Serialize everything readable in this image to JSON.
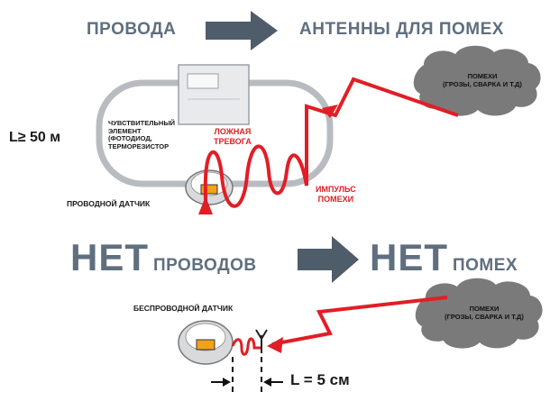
{
  "top": {
    "left_title": "ПРОВОДА",
    "right_title": "АНТЕННЫ ДЛЯ ПОМЕХ"
  },
  "cloud_top": {
    "line1": "ПОМЕХИ",
    "line2": "(ГРОЗЫ, СВАРКА И Т.Д)"
  },
  "distance_top": "L≥ 50 м",
  "sensor_element": {
    "line1": "ЧУВСТВИТЕЛЬНЫЙ",
    "line2": "ЭЛЕМЕНТ",
    "line3": "(ФОТОДИОД,",
    "line4": "ТЕРМОРЕЗИСТОР"
  },
  "false_alarm": {
    "line1": "ЛОЖНАЯ",
    "line2": "ТРЕВОГА"
  },
  "impulse": {
    "line1": "ИМПУЛЬС",
    "line2": "ПОМЕХИ"
  },
  "wired_sensor_label": "ПРОВОДНОЙ ДАТЧИК",
  "bottom": {
    "no1_big": "НЕТ",
    "no1_small": "ПРОВОДОВ",
    "no2_big": "НЕТ",
    "no2_small": "ПОМЕХ"
  },
  "cloud_bottom": {
    "line1": "ПОМЕХИ",
    "line2": "(ГРОЗЫ, СВАРКА И Т.Д)"
  },
  "wireless_sensor_label": "БЕСПРОВОДНОЙ ДАТЧИК",
  "distance_bottom": "L = 5 см",
  "colors": {
    "title_gray": "#5f6f7f",
    "arrow_gray": "#4f5d6a",
    "cloud": "#7a7a7a",
    "loop": "#b8bcc0",
    "red": "#e11e26"
  }
}
